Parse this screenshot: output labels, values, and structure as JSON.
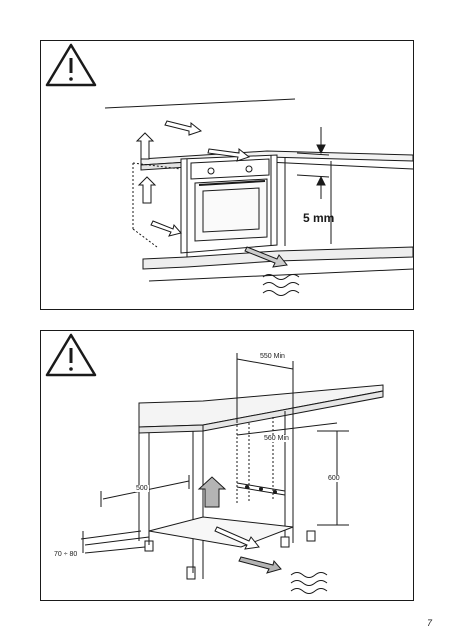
{
  "figure_1": {
    "warning_icon": "warning-triangle-icon",
    "gap_label": "5 mm"
  },
  "figure_2": {
    "warning_icon": "warning-triangle-icon",
    "dim_top_depth": "550 Min",
    "dim_width": "560 Min",
    "dim_height": "600",
    "dim_depth": "500",
    "dim_plinth": "70 ÷ 80"
  },
  "page_number": "7"
}
